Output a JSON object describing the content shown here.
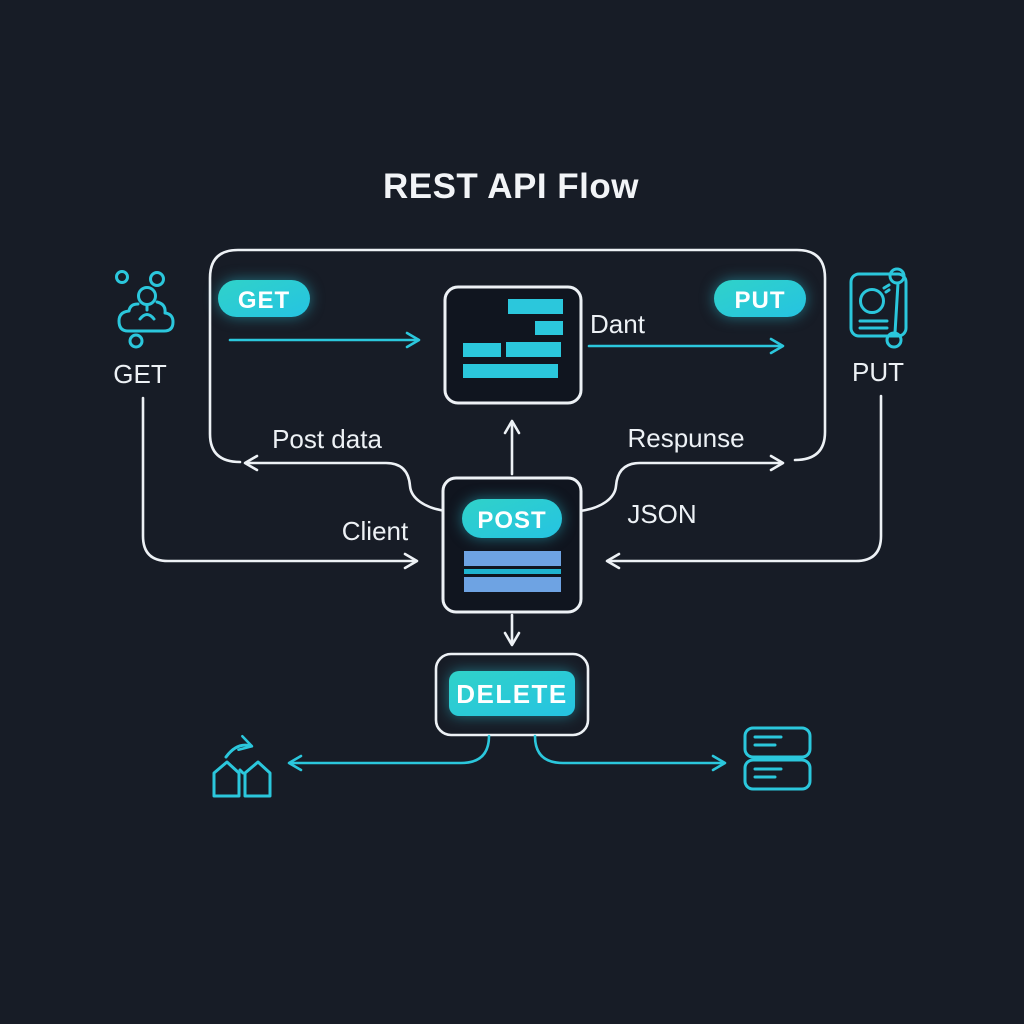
{
  "title": "REST API Flow",
  "colors": {
    "background": "#171c26",
    "accent_cyan": "#2bc7dc",
    "accent_teal": "#1fb3cf",
    "line_white": "#edf1f5",
    "bar_blue": "#6ea3e3"
  },
  "buttons": {
    "get": "GET",
    "put": "PUT",
    "post": "POST",
    "delete": "DELETE"
  },
  "labels": {
    "data_arrow": "Dant",
    "post_data": "Post data",
    "response": "Respunse",
    "client": "Client",
    "json": "JSON",
    "client_node": "GET",
    "server_node": "PUT"
  },
  "icons": {
    "client_user": "user-cloud-icon",
    "server_document": "document-id-icon",
    "bottom_left": "houses-sync-icon",
    "bottom_right": "server-stack-icon"
  }
}
